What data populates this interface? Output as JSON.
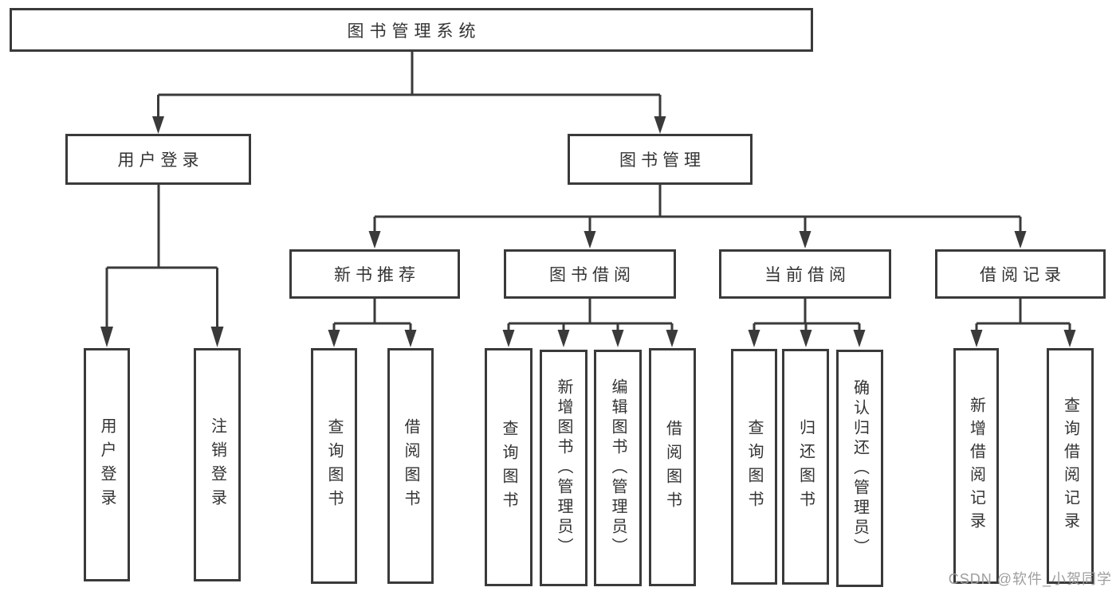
{
  "diagram": {
    "root": "图书管理系统",
    "level2": {
      "userLogin": "用户登录",
      "bookMgmt": "图书管理"
    },
    "level3": {
      "newBookRec": "新书推荐",
      "bookBorrow": "图书借阅",
      "currentBorrow": "当前借阅",
      "borrowRecords": "借阅记录"
    },
    "leaves": {
      "userLogin": "用户登录",
      "logout": "注销登录",
      "nbQuery": "查询图书",
      "nbBorrow": "借阅图书",
      "bbQuery": "查询图书",
      "bbAdd": "新增图书（管理员）",
      "bbEdit": "编辑图书（管理员）",
      "bbBorrow": "借阅图书",
      "cbQuery": "查询图书",
      "cbReturn": "归还图书",
      "cbConfirm": "确认归还（管理员）",
      "brAdd": "新增借阅记录",
      "brQuery": "查询借阅记录"
    }
  },
  "watermark": "CSDN @软件_小贺同学",
  "colors": {
    "line": "#3a3a3a",
    "text": "#333333",
    "watermark": "#9e9e9e",
    "background": "#ffffff"
  }
}
